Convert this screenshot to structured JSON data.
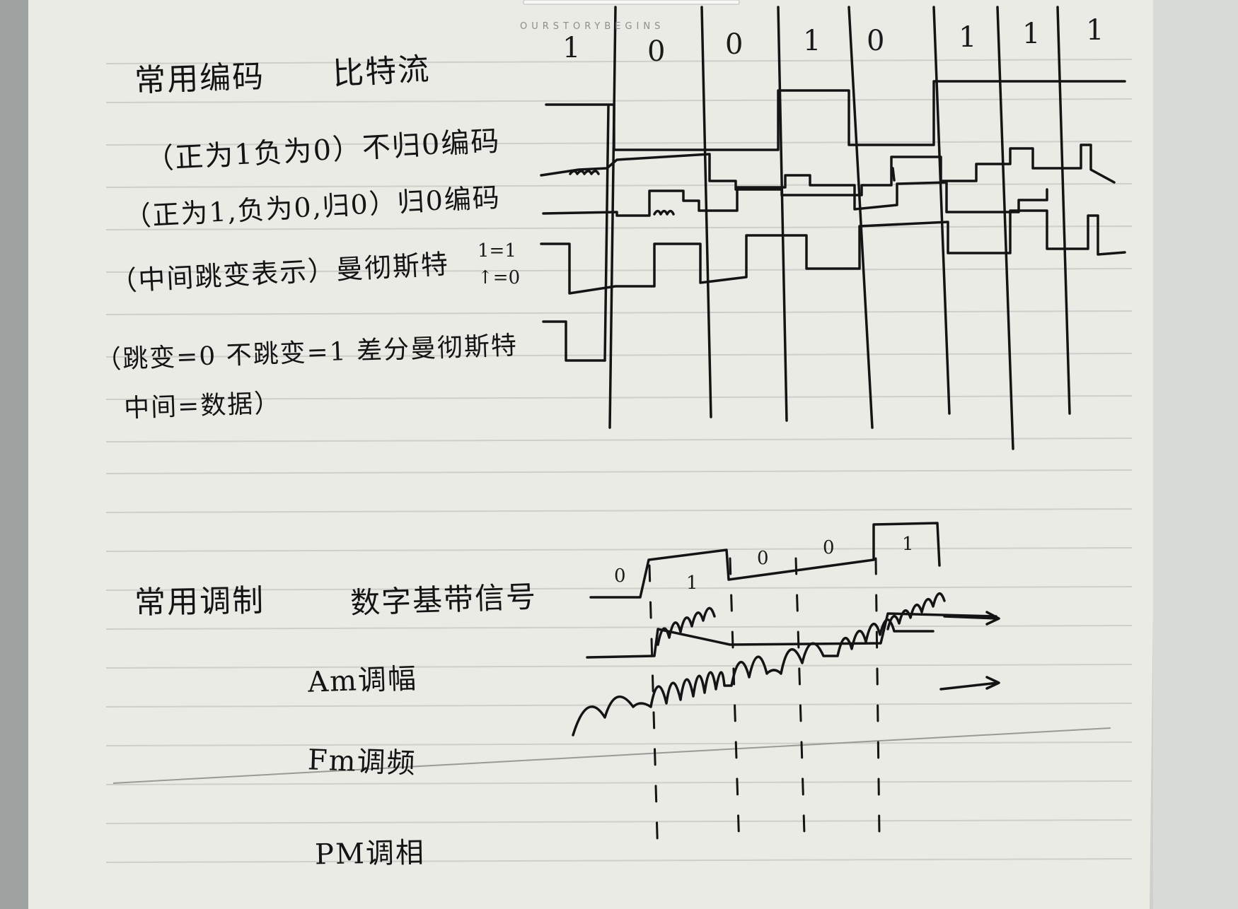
{
  "watermark": "OURSTORYBEGINS",
  "encoding": {
    "title": "常用编码",
    "bitstream_label": "比特流",
    "line1": "（正为1负为0）不归0编码",
    "line2": "（正为1,负为0,归0）归0编码",
    "line3": "（中间跳变表示）曼彻斯特",
    "line3_note1": "1=1",
    "line3_note2": "↑=0",
    "line4": "（跳变=0 不跳变=1 差分曼彻斯特",
    "line5": "中间=数据）",
    "bits": [
      "1",
      "0",
      "0",
      "1",
      "0",
      "1",
      "1",
      "1"
    ]
  },
  "modulation": {
    "title": "常用调制",
    "baseband_label": "数字基带信号",
    "am_label": "Am调幅",
    "fm_label": "Fm调频",
    "pm_label": "PM调相",
    "bits": [
      "0",
      "1",
      "0",
      "0",
      "1"
    ]
  },
  "colors": {
    "paper": "#ebebe6",
    "ink": "#141414",
    "rule_line": "#c9c9c4",
    "background": "#cfd2ce"
  }
}
